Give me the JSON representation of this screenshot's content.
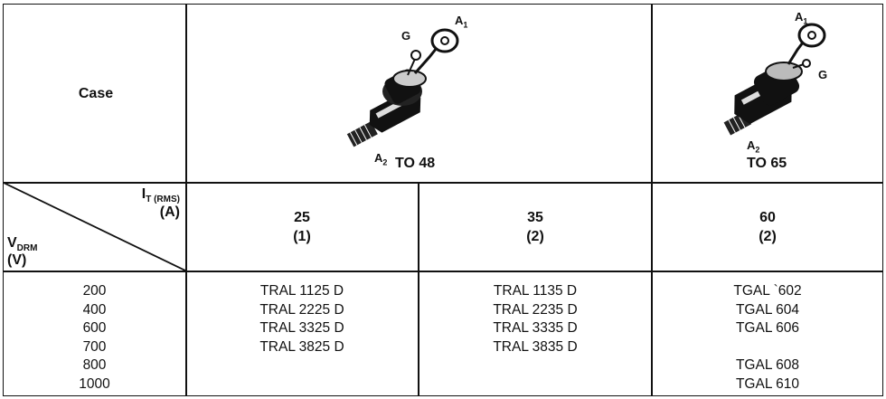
{
  "header": {
    "case_label": "Case",
    "packages": [
      {
        "name": "TO 48",
        "pin_a1": "A",
        "pin_a1_sub": "1",
        "pin_a2": "A",
        "pin_a2_sub": "2",
        "pin_g": "G"
      },
      {
        "name": "TO 65",
        "pin_a1": "A",
        "pin_a1_sub": "1",
        "pin_a2": "A",
        "pin_a2_sub": "2",
        "pin_g": "G"
      }
    ]
  },
  "axes": {
    "current_label": "I",
    "current_sub": "T (RMS)",
    "current_unit": "(A)",
    "voltage_label": "V",
    "voltage_sub": "DRM",
    "voltage_unit": "(V)"
  },
  "currents": [
    {
      "value": "25",
      "note": "(1)"
    },
    {
      "value": "35",
      "note": "(2)"
    },
    {
      "value": "60",
      "note": "(2)"
    }
  ],
  "voltages": [
    "200",
    "400",
    "600",
    "700",
    "800",
    "1000"
  ],
  "parts": {
    "col_25": [
      "TRAL 1125 D",
      "TRAL 2225 D",
      "TRAL 3325 D",
      "TRAL 3825 D"
    ],
    "col_35": [
      "TRAL 1135 D",
      "TRAL 2235 D",
      "TRAL 3335 D",
      "TRAL 3835 D"
    ],
    "col_60": [
      "TGAL `602",
      "TGAL 604",
      "TGAL 606",
      "",
      "TGAL 608",
      "TGAL 610"
    ]
  }
}
